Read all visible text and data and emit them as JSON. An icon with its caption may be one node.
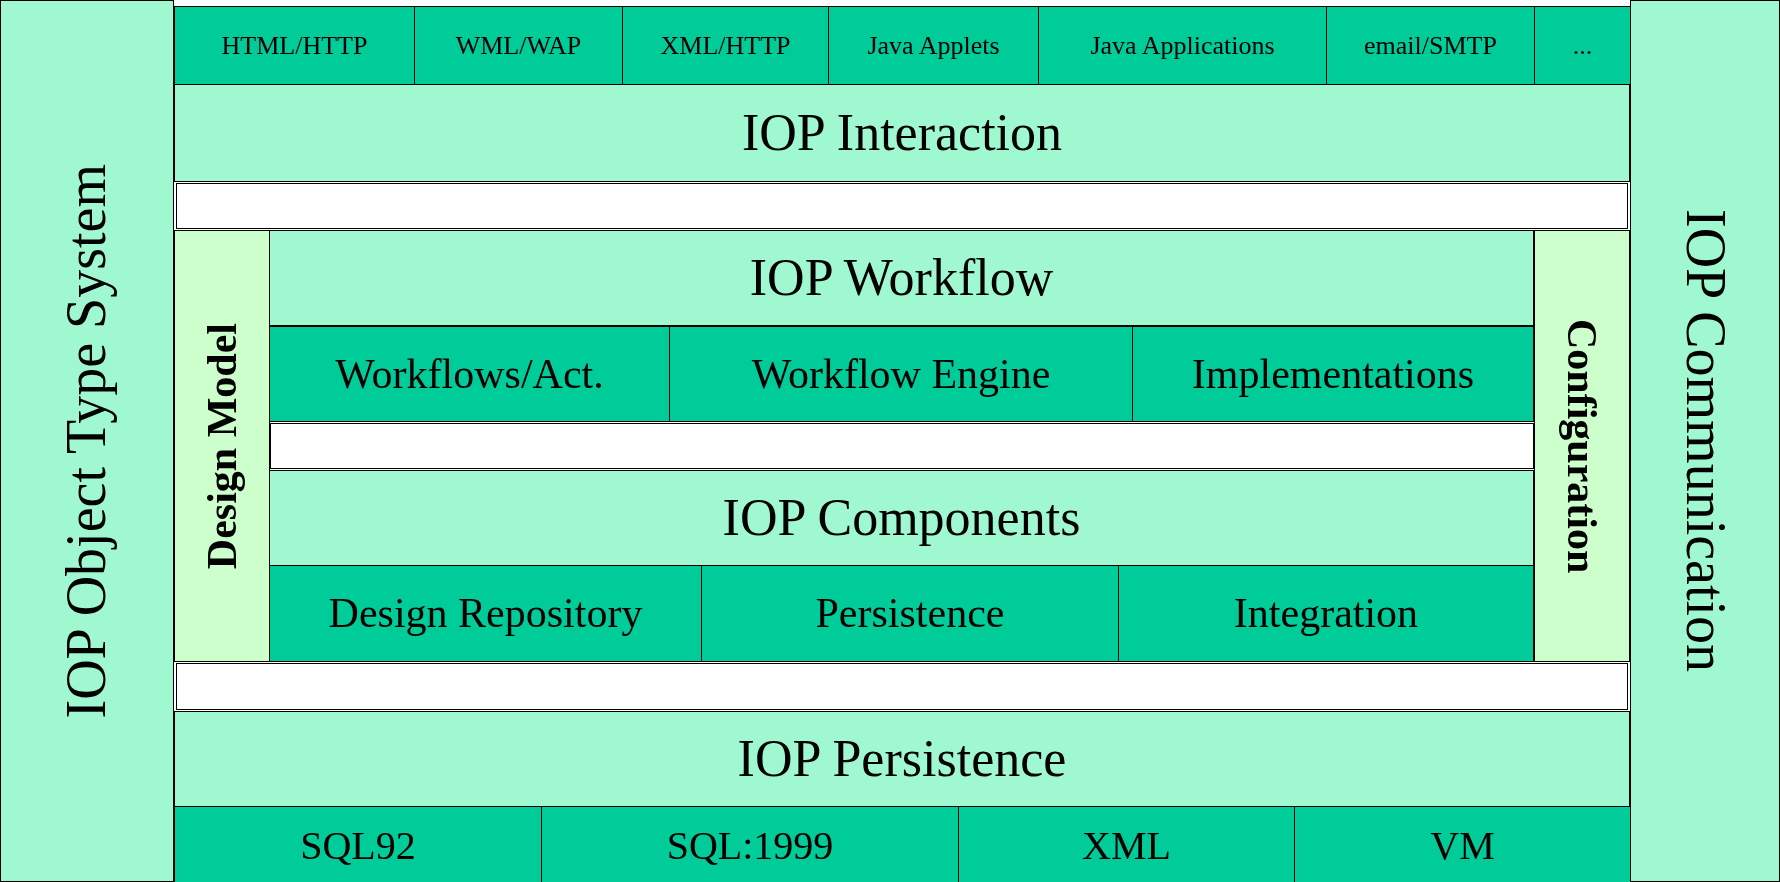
{
  "diagram": {
    "nodes": [
      {
        "text": [
          "IOP Object Type System"
        ]
      },
      {
        "text": [
          "HTML/HTTP"
        ]
      },
      {
        "text": [
          "WML/WAP"
        ]
      },
      {
        "text": [
          "XML/HTTP"
        ]
      },
      {
        "text": [
          "Java Applets"
        ]
      },
      {
        "text": [
          "Java Applications"
        ]
      },
      {
        "text": [
          "email/SMTP"
        ]
      },
      {
        "text": [
          "..."
        ]
      },
      {
        "text": [
          "IOP Interaction"
        ]
      },
      {
        "text": [],
        "shape": "box"
      },
      {
        "text": [
          "Design Model"
        ]
      },
      {
        "text": [
          "IOP Workflow"
        ]
      },
      {
        "text": [
          "Workflows/Act."
        ]
      },
      {
        "text": [
          "Workflow Engine"
        ]
      },
      {
        "text": [
          "Implementations"
        ]
      },
      {
        "text": [],
        "shape": "box"
      },
      {
        "text": [
          "IOP Components"
        ]
      },
      {
        "text": [
          "Design Repository"
        ]
      },
      {
        "text": [
          "Persistence"
        ]
      },
      {
        "text": [
          "Integration"
        ]
      },
      {
        "text": [
          "Configuration"
        ]
      },
      {
        "text": [],
        "shape": "box"
      },
      {
        "text": [
          "IOP Persistence"
        ]
      },
      {
        "text": [
          "SQL92"
        ]
      },
      {
        "text": [
          "SQL:1999"
        ]
      },
      {
        "text": [
          "XML"
        ]
      },
      {
        "text": [
          "VM"
        ]
      },
      {
        "text": [
          "IOP Communication"
        ]
      }
    ]
  }
}
